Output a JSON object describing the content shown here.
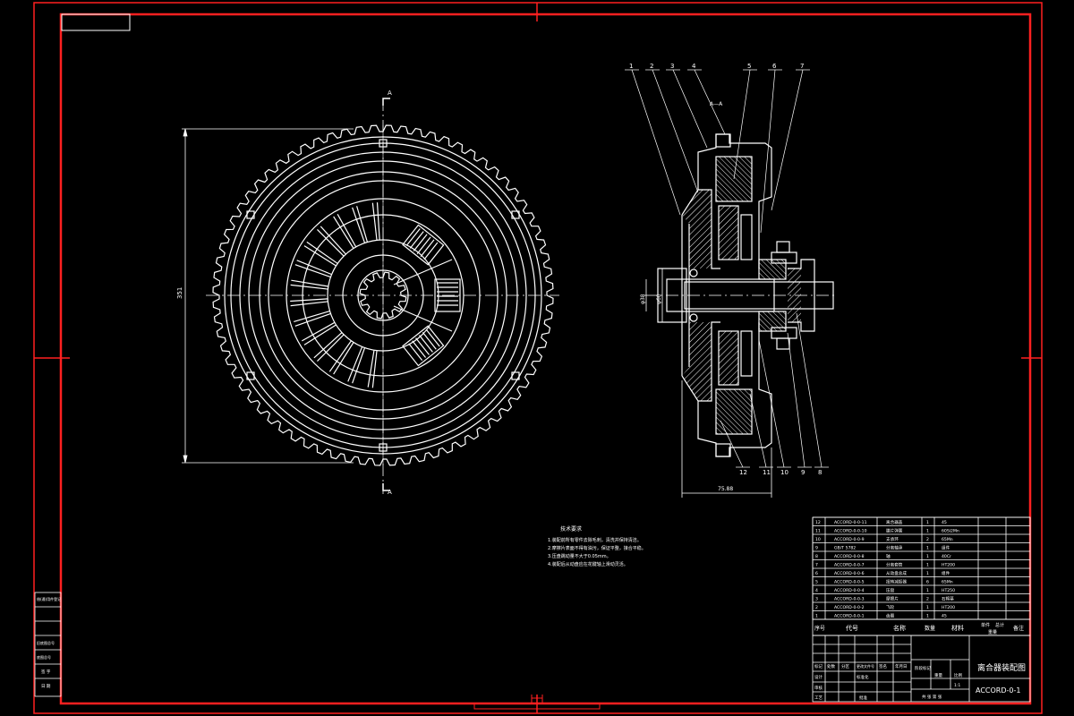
{
  "drawing": {
    "title": "离合器装配图",
    "drawing_number": "ACCORD-0-1",
    "section_marker": "A",
    "section_view_label": "A—A",
    "colors": {
      "background": "#000000",
      "frame": "#ff2020",
      "lines": "#ffffff",
      "hatch": "#ffffff"
    }
  },
  "dimensions": {
    "front_height": "351",
    "side_width": "75.88",
    "shaft_d1": "φ38",
    "shaft_d2": "φ60"
  },
  "balloons": [
    "1",
    "2",
    "3",
    "4",
    "5",
    "6",
    "7",
    "8",
    "9",
    "10",
    "11",
    "12"
  ],
  "tech_notes": {
    "heading": "技术要求",
    "lines": [
      "1.装配前所有零件去除毛刺，清洗并保持清洁。",
      "2.摩擦片表面不得有油污，保证平整，接合平稳。",
      "3.压盘跳动量不大于0.05mm。",
      "4.装配后从动盘应在花键轴上滑动灵活。"
    ]
  },
  "parts_table": {
    "header": {
      "no": "序号",
      "code": "代号",
      "name": "名称",
      "qty": "数量",
      "material": "材料",
      "w1": "单件",
      "w2": "总计",
      "weight": "重量",
      "remark": "备注"
    },
    "rows": [
      {
        "no": "12",
        "code": "ACCORD-0-0-11",
        "name": "离合器盖",
        "qty": "1",
        "material": "45"
      },
      {
        "no": "11",
        "code": "ACCORD-0-0-10",
        "name": "膜片弹簧",
        "qty": "1",
        "material": "60Si2Mn"
      },
      {
        "no": "10",
        "code": "ACCORD-0-0-9",
        "name": "支承环",
        "qty": "2",
        "material": "65Mn"
      },
      {
        "no": "9",
        "code": "GB/T 5782",
        "name": "分离轴承",
        "qty": "1",
        "material": "组件"
      },
      {
        "no": "8",
        "code": "ACCORD-0-0-8",
        "name": "轴",
        "qty": "1",
        "material": "40Cr"
      },
      {
        "no": "7",
        "code": "ACCORD-0-0-7",
        "name": "分离套筒",
        "qty": "1",
        "material": "HT200"
      },
      {
        "no": "6",
        "code": "ACCORD-0-0-6",
        "name": "从动盘总成",
        "qty": "1",
        "material": "组件"
      },
      {
        "no": "5",
        "code": "ACCORD-0-0-5",
        "name": "扭转减振器",
        "qty": "6",
        "material": "65Mn"
      },
      {
        "no": "4",
        "code": "ACCORD-0-0-4",
        "name": "压盘",
        "qty": "1",
        "material": "HT250"
      },
      {
        "no": "3",
        "code": "ACCORD-0-0-3",
        "name": "摩擦片",
        "qty": "2",
        "material": "石棉基"
      },
      {
        "no": "2",
        "code": "ACCORD-0-0-2",
        "name": "飞轮",
        "qty": "1",
        "material": "HT200"
      },
      {
        "no": "1",
        "code": "ACCORD-0-0-1",
        "name": "齿圈",
        "qty": "1",
        "material": "45"
      }
    ]
  },
  "title_block": {
    "labels": {
      "mark": "标记",
      "count": "处数",
      "zone": "分区",
      "change_doc": "更改文件号",
      "signature": "签名",
      "date": "年月日",
      "designer": "设计",
      "standardize": "标准化",
      "stage_mark": "阶段标记",
      "weight": "重量",
      "scale": "比例",
      "review": "审核",
      "process": "工艺",
      "approve": "批准",
      "sheets": "共 张 第 张"
    },
    "scale_value": "1:1"
  },
  "left_block": [
    "借(通)用件登记",
    "旧底图总号",
    "底图总号",
    "签 字",
    "日 期"
  ]
}
